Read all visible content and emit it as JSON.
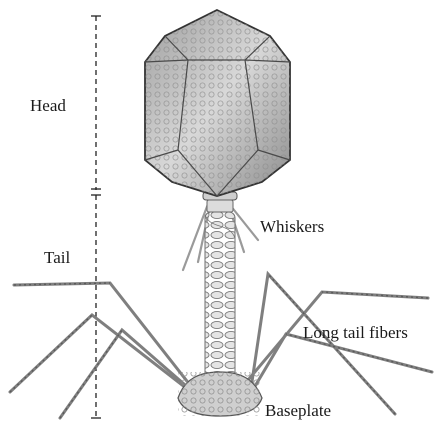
{
  "labels": {
    "head": "Head",
    "tail": "Tail",
    "whiskers": "Whiskers",
    "long_tail_fibers": "Long tail fibers",
    "baseplate": "Baseplate"
  },
  "colors": {
    "background": "#ffffff",
    "text": "#1a1a1a",
    "capsid_fill": "#c9c9c9",
    "capsid_edge": "#3a3a3a",
    "tail_fill": "#d6d6d6",
    "fiber": "#8a8a8a"
  }
}
